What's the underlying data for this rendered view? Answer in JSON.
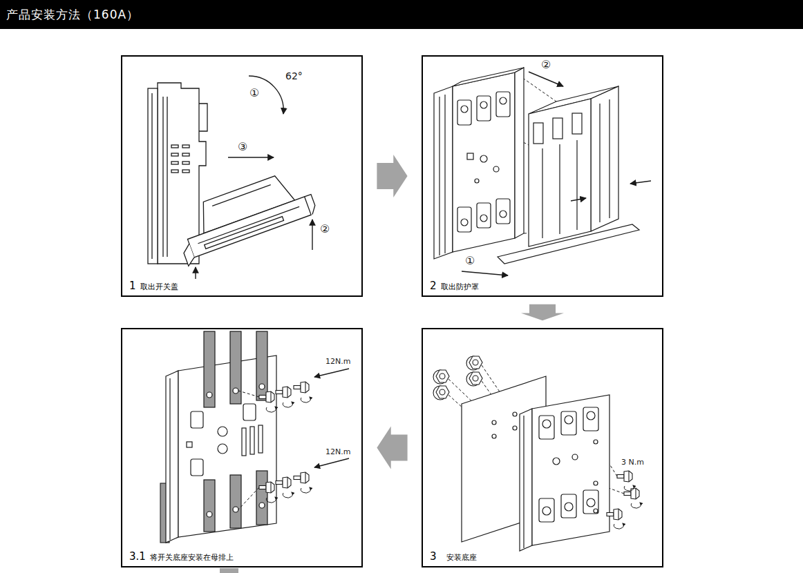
{
  "diagram": {
    "title": "产品安装方法（160A）",
    "nodes": [
      {
        "text": [
          "1",
          "取出开关盖"
        ]
      },
      {
        "text": [
          "2",
          "取出防护罩"
        ]
      },
      {
        "text": [
          "3.1",
          "将开关底座安装在母排上"
        ]
      },
      {
        "text": [
          "3",
          "安装底座"
        ]
      }
    ],
    "edges": [
      {
        "from": 0,
        "to": 1,
        "arrow": "to"
      },
      {
        "from": 1,
        "to": 3,
        "arrow": "to"
      },
      {
        "from": 3,
        "to": 2,
        "arrow": "to"
      }
    ],
    "labels": [
      "①",
      "62°",
      "③",
      "②",
      "②",
      "①",
      "12N.m",
      "12N.m",
      "3 N.m"
    ]
  }
}
